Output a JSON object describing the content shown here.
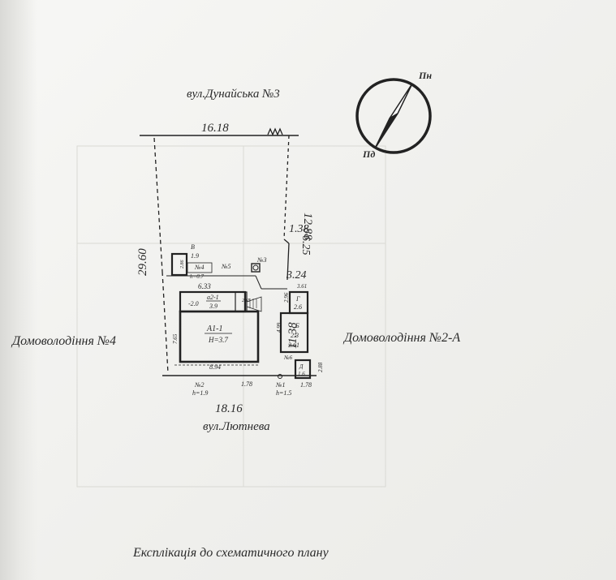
{
  "streets": {
    "top": "вул.Дунайська №3",
    "bottom": "вул.Лютнева"
  },
  "neighbors": {
    "left": "Домоволодіння №4",
    "right": "Домоволодіння №2-А"
  },
  "compass": {
    "north": "Пн",
    "south": "Пд"
  },
  "dimensions": {
    "top": "16.18",
    "left": "29.60",
    "right_upper": "12.88",
    "right_jog": "1.38",
    "right_mid": "6.25",
    "right_mid2": "3.24",
    "right_lower": "11.38",
    "bottom_total": "18.16",
    "bottom_seg": "1.78",
    "bottom_seg2": "1.78"
  },
  "buildings": {
    "main": {
      "label": "А1-1",
      "height": "Н=3.7",
      "width": "6.33",
      "length": "8.94",
      "side": "7.65"
    },
    "annex": {
      "label": "а2-1",
      "height": "3.9",
      "left_value": "-2.0",
      "side": "2.65"
    },
    "shed_v": {
      "label": "В",
      "value": "1.9",
      "side": "2.86"
    },
    "g": {
      "label": "Г",
      "value": "2.6",
      "side": "2.96",
      "top": "3.61"
    },
    "b": {
      "label": "Б",
      "value": "2.3",
      "bottom": "3.61",
      "side": "4.99"
    },
    "d": {
      "label": "Д",
      "value": "1.6",
      "side": "2.88"
    }
  },
  "items": {
    "n1": "№1",
    "n1_h": "h=1.5",
    "n2": "№2",
    "n2_h": "h=1.9",
    "n3": "№3",
    "n4": "№4",
    "n4_h": "h=0.7",
    "n5": "№5",
    "n6": "№6"
  },
  "footer": "Експлікація до схематичного плану"
}
